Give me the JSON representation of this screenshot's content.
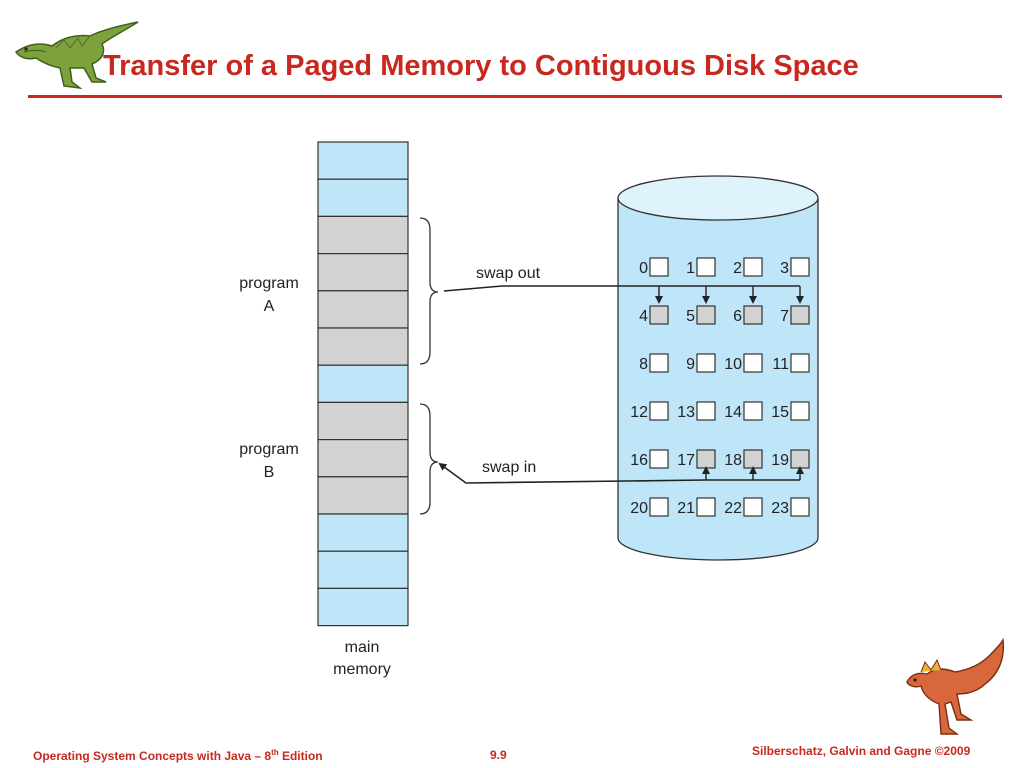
{
  "slide": {
    "title": "Transfer of a Paged Memory to Contiguous Disk Space"
  },
  "diagram": {
    "program_a_label_line1": "program",
    "program_a_label_line2": "A",
    "program_b_label_line1": "program",
    "program_b_label_line2": "B",
    "swap_out_label": "swap out",
    "swap_in_label": "swap in",
    "main_memory_label_line1": "main",
    "main_memory_label_line2": "memory",
    "memory_frames": [
      "free",
      "free",
      "A",
      "A",
      "A",
      "A",
      "free",
      "B",
      "B",
      "B",
      "free",
      "free",
      "free"
    ],
    "disk_blocks": [
      [
        0,
        1,
        2,
        3
      ],
      [
        4,
        5,
        6,
        7
      ],
      [
        8,
        9,
        10,
        11
      ],
      [
        12,
        13,
        14,
        15
      ],
      [
        16,
        17,
        18,
        19
      ],
      [
        20,
        21,
        22,
        23
      ]
    ],
    "swapped_out_blocks": [
      4,
      5,
      6,
      7
    ],
    "swapped_in_blocks": [
      17,
      18,
      19
    ],
    "colors": {
      "free_frame": "#bfe6f8",
      "used_frame": "#d2d2d2",
      "disk_fill": "#bfe6f8",
      "accent": "#c8281e"
    }
  },
  "footer": {
    "left_prefix": "Operating System Concepts  with Java – 8",
    "left_sup": "th",
    "left_suffix": " Edition",
    "page_number": "9.9",
    "right": "Silberschatz, Galvin and Gagne ©2009"
  }
}
